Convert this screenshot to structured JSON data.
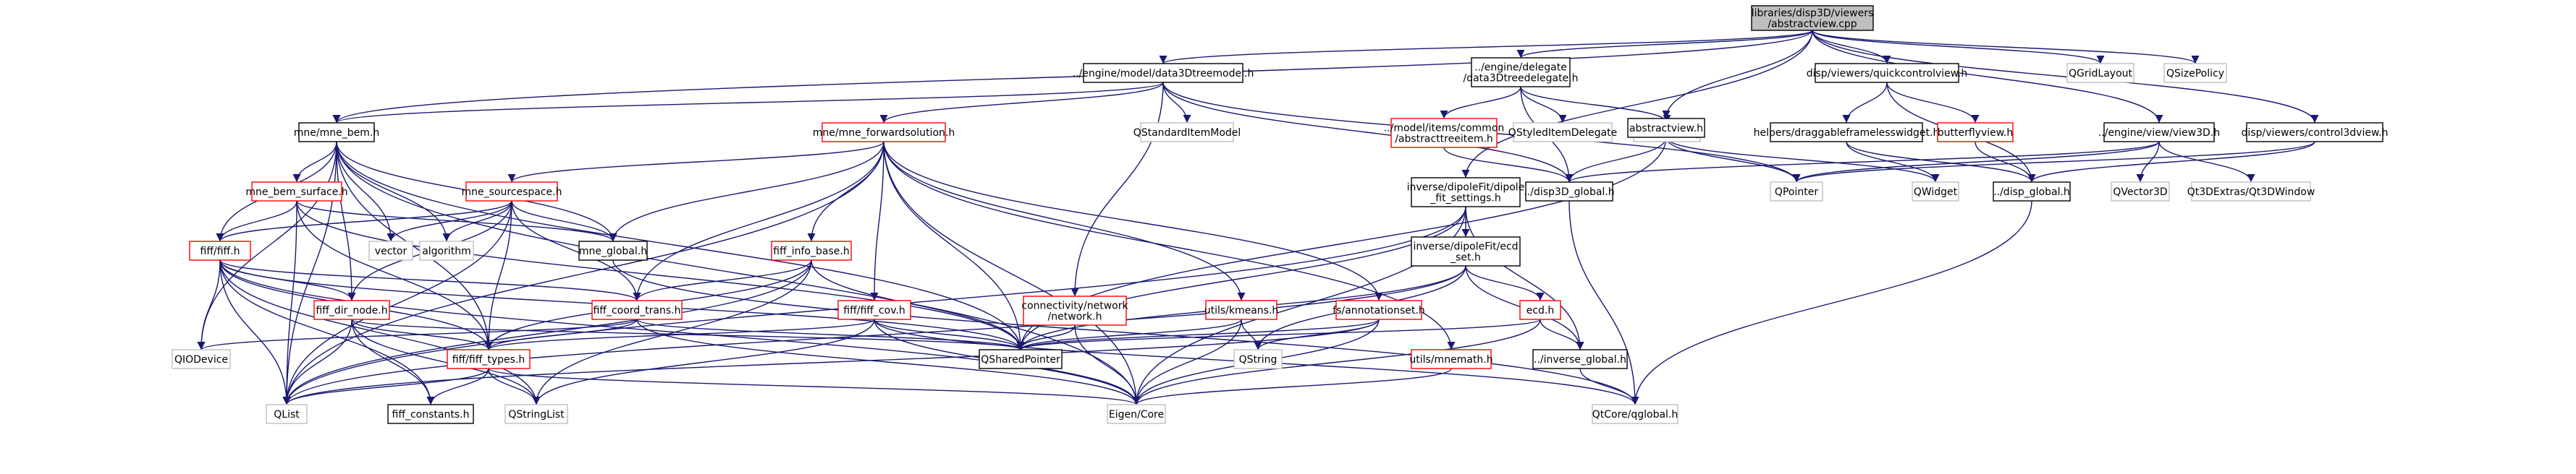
{
  "colors": {
    "root_fill": "#bfbfbf",
    "root_stroke": "#000000",
    "normal_stroke": "#000000",
    "red_stroke": "#ff0000",
    "ghost_stroke": "#bfbfbf",
    "edge": "#191970"
  },
  "nodes": {
    "abstractview_cpp": {
      "lines": [
        "libraries/disp3D/viewers",
        "/abstractview.cpp"
      ],
      "style": "root"
    },
    "data3dtreemodel_h": {
      "lines": [
        "../engine/model/data3Dtreemodel.h"
      ],
      "style": "normal"
    },
    "data3dtreedelegate_h": {
      "lines": [
        "../engine/delegate",
        "/data3Dtreedelegate.h"
      ],
      "style": "normal"
    },
    "quickcontrolview_h": {
      "lines": [
        "disp/viewers/quickcontrolview.h"
      ],
      "style": "normal"
    },
    "qgridlayout": {
      "lines": [
        "QGridLayout"
      ],
      "style": "ghost"
    },
    "qsizepolicy": {
      "lines": [
        "QSizePolicy"
      ],
      "style": "ghost"
    },
    "mne_bem_h": {
      "lines": [
        "mne/mne_bem.h"
      ],
      "style": "normal"
    },
    "mne_forwardsolution_h": {
      "lines": [
        "mne/mne_forwardsolution.h"
      ],
      "style": "red"
    },
    "qstandarditemmodel": {
      "lines": [
        "QStandardItemModel"
      ],
      "style": "ghost"
    },
    "abstracttreeitem_h": {
      "lines": [
        "../model/items/common",
        "/abstracttreeitem.h"
      ],
      "style": "red"
    },
    "qstyleditemdelegate": {
      "lines": [
        "QStyledItemDelegate"
      ],
      "style": "ghost"
    },
    "qcolordialog": {
      "lines": [
        "QColorDialog"
      ],
      "style": "ghost"
    },
    "abstractview_h": {
      "lines": [
        "abstractview.h"
      ],
      "style": "normal"
    },
    "draggableframelesswidget_h": {
      "lines": [
        "helpers/draggableframelesswidget.h"
      ],
      "style": "normal"
    },
    "butterflyview_h": {
      "lines": [
        "butterflyview.h"
      ],
      "style": "red"
    },
    "view3d_h": {
      "lines": [
        "../engine/view/view3D.h"
      ],
      "style": "normal"
    },
    "control3dview_h": {
      "lines": [
        "disp/viewers/control3dview.h"
      ],
      "style": "normal"
    },
    "mne_bem_surface_h": {
      "lines": [
        "mne_bem_surface.h"
      ],
      "style": "red"
    },
    "mne_sourcespace_h": {
      "lines": [
        "mne_sourcespace.h"
      ],
      "style": "red"
    },
    "dipolefit_settings_h": {
      "lines": [
        "inverse/dipoleFit/dipole",
        "_fit_settings.h"
      ],
      "style": "normal"
    },
    "disp3d_global_h": {
      "lines": [
        "../disp3D_global.h"
      ],
      "style": "normal"
    },
    "qpointer": {
      "lines": [
        "QPointer"
      ],
      "style": "ghost"
    },
    "qwidget": {
      "lines": [
        "QWidget"
      ],
      "style": "ghost"
    },
    "disp_global_h": {
      "lines": [
        "../disp_global.h"
      ],
      "style": "normal"
    },
    "qvector3d": {
      "lines": [
        "QVector3D"
      ],
      "style": "ghost"
    },
    "qt3dwindow": {
      "lines": [
        "Qt3DExtras/Qt3DWindow"
      ],
      "style": "ghost"
    },
    "fiff_h": {
      "lines": [
        "fiff/fiff.h"
      ],
      "style": "red"
    },
    "vector": {
      "lines": [
        "vector"
      ],
      "style": "ghost"
    },
    "algorithm": {
      "lines": [
        "algorithm"
      ],
      "style": "ghost"
    },
    "mne_global_h": {
      "lines": [
        "mne_global.h"
      ],
      "style": "normal"
    },
    "fiff_info_base_h": {
      "lines": [
        "fiff_info_base.h"
      ],
      "style": "red"
    },
    "ecd_set_h": {
      "lines": [
        "inverse/dipoleFit/ecd",
        "_set.h"
      ],
      "style": "normal"
    },
    "fiff_dir_node_h": {
      "lines": [
        "fiff_dir_node.h"
      ],
      "style": "red"
    },
    "fiff_coord_trans_h": {
      "lines": [
        "fiff_coord_trans.h"
      ],
      "style": "red"
    },
    "fiff_cov_h": {
      "lines": [
        "fiff/fiff_cov.h"
      ],
      "style": "red"
    },
    "network_h": {
      "lines": [
        "connectivity/network",
        "/network.h"
      ],
      "style": "red"
    },
    "kmeans_h": {
      "lines": [
        "utils/kmeans.h"
      ],
      "style": "red"
    },
    "annotationset_h": {
      "lines": [
        "fs/annotationset.h"
      ],
      "style": "red"
    },
    "ecd_h": {
      "lines": [
        "ecd.h"
      ],
      "style": "red"
    },
    "qiodevice": {
      "lines": [
        "QIODevice"
      ],
      "style": "ghost"
    },
    "fiff_types_h": {
      "lines": [
        "fiff/fiff_types.h"
      ],
      "style": "red"
    },
    "qsharedpointer": {
      "lines": [
        "QSharedPointer"
      ],
      "style": "normal"
    },
    "qstring": {
      "lines": [
        "QString"
      ],
      "style": "ghost"
    },
    "mnemath_h": {
      "lines": [
        "utils/mnemath.h"
      ],
      "style": "red"
    },
    "inverse_global_h": {
      "lines": [
        "../inverse_global.h"
      ],
      "style": "normal"
    },
    "qlist": {
      "lines": [
        "QList"
      ],
      "style": "ghost"
    },
    "fiff_constants_h": {
      "lines": [
        "fiff_constants.h"
      ],
      "style": "normal"
    },
    "qstringlist": {
      "lines": [
        "QStringList"
      ],
      "style": "ghost"
    },
    "eigen_core": {
      "lines": [
        "Eigen/Core"
      ],
      "style": "ghost"
    },
    "qtcore_qglobal_h": {
      "lines": [
        "QtCore/qglobal.h"
      ],
      "style": "ghost"
    }
  },
  "edges": [
    [
      "abstractview_cpp",
      "data3dtreemodel_h"
    ],
    [
      "abstractview_cpp",
      "data3dtreedelegate_h"
    ],
    [
      "abstractview_cpp",
      "quickcontrolview_h"
    ],
    [
      "abstractview_cpp",
      "qgridlayout"
    ],
    [
      "abstractview_cpp",
      "qsizepolicy"
    ],
    [
      "abstractview_cpp",
      "abstractview_h"
    ],
    [
      "abstractview_cpp",
      "control3dview_h"
    ],
    [
      "abstractview_cpp",
      "view3d_h"
    ],
    [
      "abstractview_cpp",
      "mne_bem_h"
    ],
    [
      "abstractview_cpp",
      "dipolefit_settings_h"
    ],
    [
      "data3dtreemodel_h",
      "mne_bem_h"
    ],
    [
      "data3dtreemodel_h",
      "mne_forwardsolution_h"
    ],
    [
      "data3dtreemodel_h",
      "qstandarditemmodel"
    ],
    [
      "data3dtreemodel_h",
      "disp3d_global_h"
    ],
    [
      "data3dtreemodel_h",
      "network_h"
    ],
    [
      "data3dtreemodel_h",
      "qpointer"
    ],
    [
      "data3dtreedelegate_h",
      "abstracttreeitem_h"
    ],
    [
      "data3dtreedelegate_h",
      "qstyleditemdelegate"
    ],
    [
      "data3dtreedelegate_h",
      "qcolordialog"
    ],
    [
      "data3dtreedelegate_h",
      "disp3d_global_h"
    ],
    [
      "abstracttreeitem_h",
      "disp3d_global_h"
    ],
    [
      "quickcontrolview_h",
      "draggableframelesswidget_h"
    ],
    [
      "quickcontrolview_h",
      "butterflyview_h"
    ],
    [
      "quickcontrolview_h",
      "disp_global_h"
    ],
    [
      "draggableframelesswidget_h",
      "qwidget"
    ],
    [
      "draggableframelesswidget_h",
      "disp_global_h"
    ],
    [
      "butterflyview_h",
      "disp_global_h"
    ],
    [
      "abstractview_h",
      "disp3d_global_h"
    ],
    [
      "abstractview_h",
      "qwidget"
    ],
    [
      "abstractview_h",
      "qpointer"
    ],
    [
      "abstractview_h",
      "qsharedpointer"
    ],
    [
      "view3d_h",
      "disp3d_global_h"
    ],
    [
      "view3d_h",
      "qvector3d"
    ],
    [
      "view3d_h",
      "qt3dwindow"
    ],
    [
      "view3d_h",
      "qpointer"
    ],
    [
      "control3dview_h",
      "disp_global_h"
    ],
    [
      "control3dview_h",
      "qpointer"
    ],
    [
      "disp3d_global_h",
      "qtcore_qglobal_h"
    ],
    [
      "disp_global_h",
      "qtcore_qglobal_h"
    ],
    [
      "mne_bem_h",
      "mne_bem_surface_h"
    ],
    [
      "mne_bem_h",
      "fiff_h"
    ],
    [
      "mne_bem_h",
      "vector"
    ],
    [
      "mne_bem_h",
      "algorithm"
    ],
    [
      "mne_bem_h",
      "mne_global_h"
    ],
    [
      "mne_bem_h",
      "fiff_dir_node_h"
    ],
    [
      "mne_bem_h",
      "fiff_types_h"
    ],
    [
      "mne_bem_h",
      "qiodevice"
    ],
    [
      "mne_bem_h",
      "qlist"
    ],
    [
      "mne_bem_h",
      "eigen_core"
    ],
    [
      "mne_bem_h",
      "qsharedpointer"
    ],
    [
      "mne_bem_surface_h",
      "fiff_h"
    ],
    [
      "mne_bem_surface_h",
      "mne_global_h"
    ],
    [
      "mne_bem_surface_h",
      "fiff_types_h"
    ],
    [
      "mne_bem_surface_h",
      "qlist"
    ],
    [
      "mne_bem_surface_h",
      "qsharedpointer"
    ],
    [
      "mne_forwardsolution_h",
      "mne_sourcespace_h"
    ],
    [
      "mne_forwardsolution_h",
      "mne_global_h"
    ],
    [
      "mne_forwardsolution_h",
      "fiff_info_base_h"
    ],
    [
      "mne_forwardsolution_h",
      "fiff_cov_h"
    ],
    [
      "mne_forwardsolution_h",
      "kmeans_h"
    ],
    [
      "mne_forwardsolution_h",
      "annotationset_h"
    ],
    [
      "mne_forwardsolution_h",
      "mnemath_h"
    ],
    [
      "mne_forwardsolution_h",
      "fiff_coord_trans_h"
    ],
    [
      "mne_forwardsolution_h",
      "qsharedpointer"
    ],
    [
      "mne_forwardsolution_h",
      "eigen_core"
    ],
    [
      "mne_forwardsolution_h",
      "qlist"
    ],
    [
      "mne_sourcespace_h",
      "fiff_h"
    ],
    [
      "mne_sourcespace_h",
      "vector"
    ],
    [
      "mne_sourcespace_h",
      "algorithm"
    ],
    [
      "mne_sourcespace_h",
      "mne_global_h"
    ],
    [
      "mne_sourcespace_h",
      "fiff_dir_node_h"
    ],
    [
      "mne_sourcespace_h",
      "fiff_types_h"
    ],
    [
      "mne_sourcespace_h",
      "qlist"
    ],
    [
      "mne_sourcespace_h",
      "fiff_coord_trans_h"
    ],
    [
      "mne_global_h",
      "qtcore_qglobal_h"
    ],
    [
      "fiff_h",
      "fiff_dir_node_h"
    ],
    [
      "fiff_h",
      "fiff_coord_trans_h"
    ],
    [
      "fiff_h",
      "fiff_types_h"
    ],
    [
      "fiff_h",
      "qiodevice"
    ],
    [
      "fiff_h",
      "qlist"
    ],
    [
      "fiff_h",
      "fiff_constants_h"
    ],
    [
      "fiff_h",
      "qstringlist"
    ],
    [
      "fiff_h",
      "eigen_core"
    ],
    [
      "fiff_h",
      "qsharedpointer"
    ],
    [
      "fiff_dir_node_h",
      "fiff_types_h"
    ],
    [
      "fiff_dir_node_h",
      "qlist"
    ],
    [
      "fiff_dir_node_h",
      "fiff_constants_h"
    ],
    [
      "fiff_dir_node_h",
      "qsharedpointer"
    ],
    [
      "fiff_dir_node_h",
      "qstringlist"
    ],
    [
      "fiff_coord_trans_h",
      "fiff_types_h"
    ],
    [
      "fiff_coord_trans_h",
      "qiodevice"
    ],
    [
      "fiff_coord_trans_h",
      "qsharedpointer"
    ],
    [
      "fiff_coord_trans_h",
      "eigen_core"
    ],
    [
      "fiff_info_base_h",
      "fiff_types_h"
    ],
    [
      "fiff_info_base_h",
      "fiff_coord_trans_h"
    ],
    [
      "fiff_info_base_h",
      "qsharedpointer"
    ],
    [
      "fiff_info_base_h",
      "qstringlist"
    ],
    [
      "fiff_info_base_h",
      "qlist"
    ],
    [
      "fiff_cov_h",
      "fiff_types_h"
    ],
    [
      "fiff_cov_h",
      "qsharedpointer"
    ],
    [
      "fiff_cov_h",
      "qstringlist"
    ],
    [
      "fiff_cov_h",
      "eigen_core"
    ],
    [
      "fiff_cov_h",
      "qtcore_qglobal_h"
    ],
    [
      "fiff_types_h",
      "qlist"
    ],
    [
      "fiff_types_h",
      "fiff_constants_h"
    ],
    [
      "fiff_types_h",
      "qstringlist"
    ],
    [
      "fiff_types_h",
      "eigen_core"
    ],
    [
      "network_h",
      "qsharedpointer"
    ],
    [
      "network_h",
      "eigen_core"
    ],
    [
      "kmeans_h",
      "qsharedpointer"
    ],
    [
      "kmeans_h",
      "qstring"
    ],
    [
      "kmeans_h",
      "eigen_core"
    ],
    [
      "annotationset_h",
      "qsharedpointer"
    ],
    [
      "annotationset_h",
      "qstring"
    ],
    [
      "annotationset_h",
      "eigen_core"
    ],
    [
      "annotationset_h",
      "qlist"
    ],
    [
      "mnemath_h",
      "eigen_core"
    ],
    [
      "dipolefit_settings_h",
      "ecd_set_h"
    ],
    [
      "dipolefit_settings_h",
      "inverse_global_h"
    ],
    [
      "dipolefit_settings_h",
      "qsharedpointer"
    ],
    [
      "dipolefit_settings_h",
      "eigen_core"
    ],
    [
      "dipolefit_settings_h",
      "qlist"
    ],
    [
      "ecd_set_h",
      "ecd_h"
    ],
    [
      "ecd_set_h",
      "inverse_global_h"
    ],
    [
      "ecd_set_h",
      "qsharedpointer"
    ],
    [
      "ecd_set_h",
      "qstring"
    ],
    [
      "ecd_set_h",
      "qlist"
    ],
    [
      "ecd_h",
      "inverse_global_h"
    ],
    [
      "ecd_h",
      "qsharedpointer"
    ],
    [
      "ecd_h",
      "eigen_core"
    ],
    [
      "inverse_global_h",
      "qtcore_qglobal_h"
    ]
  ]
}
